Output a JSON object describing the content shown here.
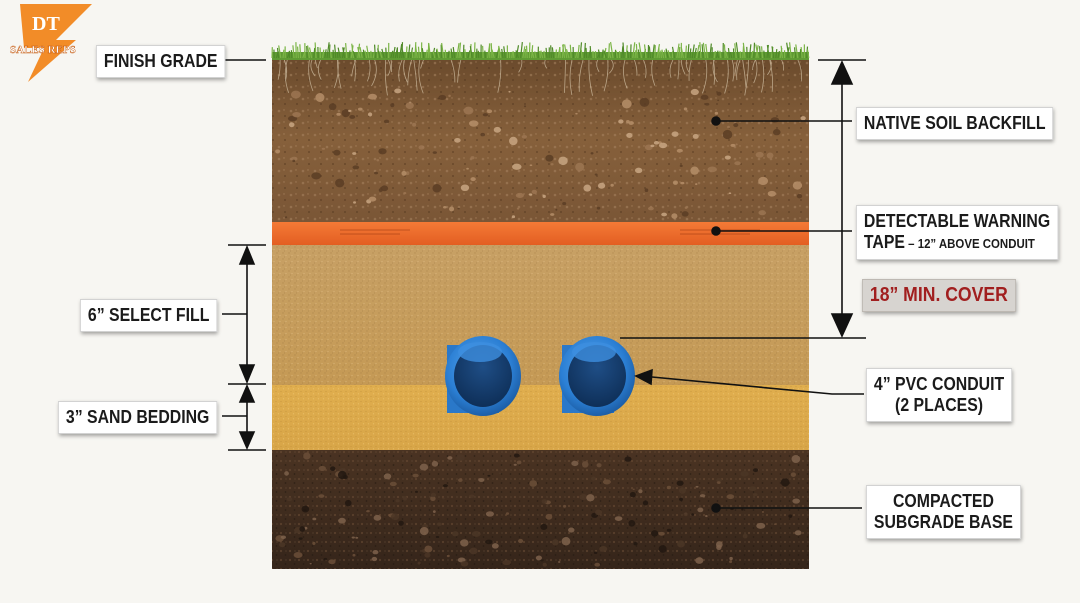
{
  "logo": {
    "line1": "DT",
    "line2": "SALES REPS",
    "color": "#f28c28"
  },
  "labels": {
    "finish_grade": "FINISH GRADE",
    "native_soil": "NATIVE SOIL BACKFILL",
    "warning_tape_line1": "DETECTABLE WARNING",
    "warning_tape_line2a": "TAPE",
    "warning_tape_line2b": " – 12” ABOVE CONDUIT",
    "min_cover": "18” MIN. COVER",
    "select_fill": "6” SELECT FILL",
    "sand_bedding": "3” SAND BEDDING",
    "pvc_line1": "4” PVC CONDUIT",
    "pvc_line2": "(2 PLACES)",
    "subgrade_line1": "COMPACTED",
    "subgrade_line2": "SUBGRADE BASE"
  },
  "colors": {
    "grass": "#5f9a33",
    "topsoil": "#7d5634",
    "warning_tape": "#ef6a2a",
    "select_fill": "#c9a05a",
    "sand_bedding": "#ddab4a",
    "subgrade": "#3f2c1e",
    "conduit": "#2b7fd4",
    "cover_text": "#a11f1f"
  }
}
